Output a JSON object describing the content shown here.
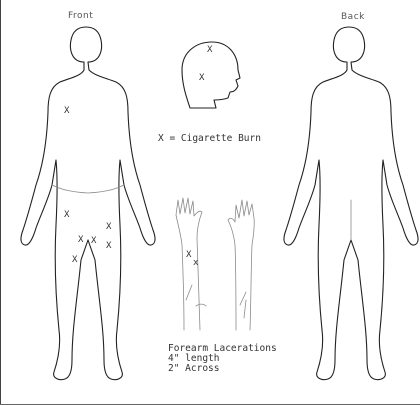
{
  "labels": {
    "front": "Front",
    "back": "Back",
    "legend": "X = Cigarette Burn",
    "note_title": "Forearm Lacerations",
    "note_length": "4\" length",
    "note_across": "2\" Across"
  },
  "marks": {
    "symbol": "X",
    "head_1": "X",
    "head_2": "X",
    "chest": "X",
    "thigh_left": "X",
    "thigh_right": "X",
    "crotch_1": "X",
    "crotch_2": "X",
    "knee_left": "X",
    "knee_right": "X",
    "forearm_1": "X",
    "forearm_2": "x"
  }
}
